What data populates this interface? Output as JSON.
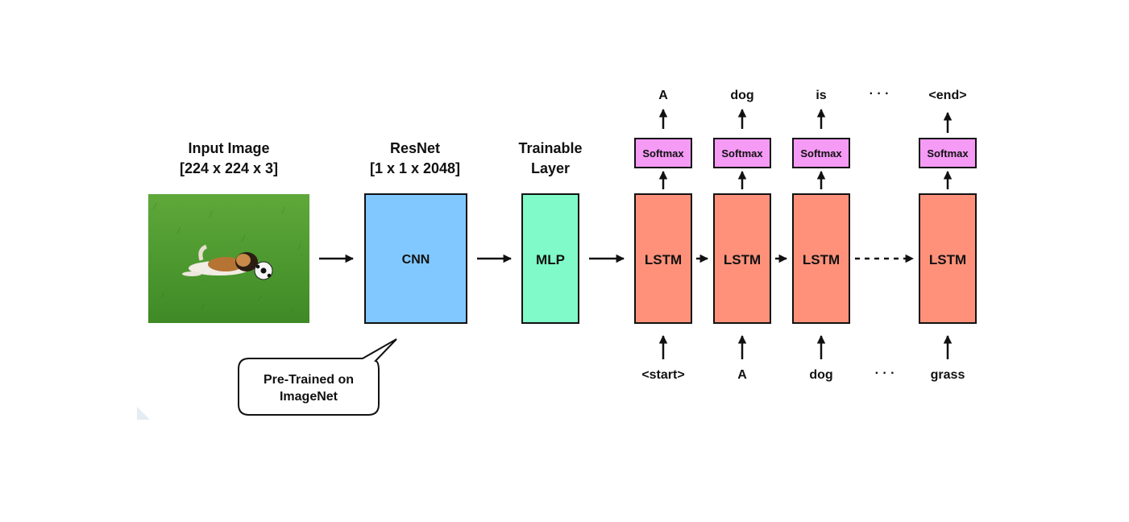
{
  "input": {
    "title_line1": "Input Image",
    "title_line2": "[224 x 224 x 3]"
  },
  "resnet": {
    "title_line1": "ResNet",
    "title_line2": "[1 x 1 x 2048]",
    "block": "CNN"
  },
  "trainable": {
    "title_line1": "Trainable",
    "title_line2": "Layer",
    "block": "MLP"
  },
  "callout": {
    "line1": "Pre-Trained on",
    "line2": "ImageNet"
  },
  "lstm": {
    "block": "LSTM",
    "softmax": "Softmax",
    "outputs": [
      "A",
      "dog",
      "is",
      "<end>"
    ],
    "inputs": [
      "<start>",
      "A",
      "dog",
      "grass"
    ],
    "ellipsis": "· · ·"
  },
  "colors": {
    "cnn": "#80c8ff",
    "mlp": "#7ffac8",
    "lstm": "#ff917a",
    "softmax": "#f59af5",
    "grass": "#4f9a32"
  }
}
